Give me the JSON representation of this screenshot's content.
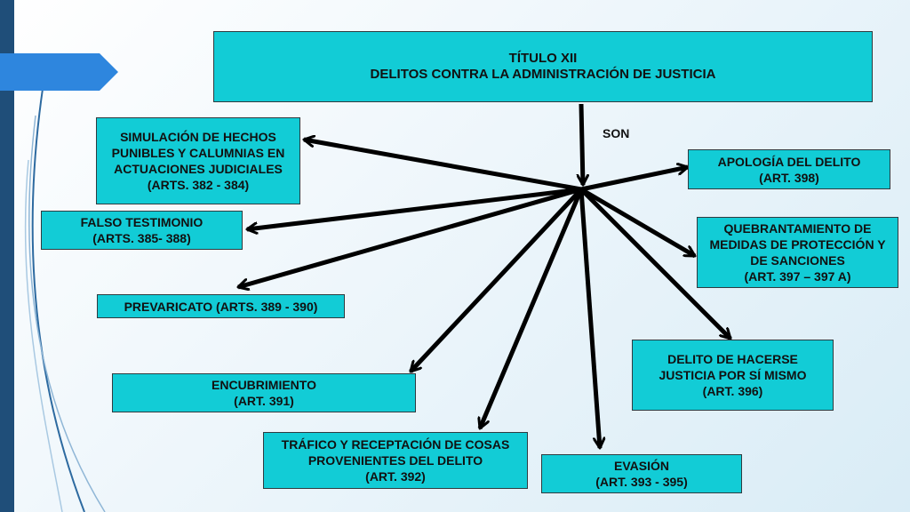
{
  "title": {
    "line1": "TÍTULO XII",
    "line2": "DELITOS CONTRA LA ADMINISTRACIÓN DE JUSTICIA"
  },
  "connector_label": "SON",
  "nodes": {
    "simulacion": [
      "SIMULACIÓN DE HECHOS",
      "PUNIBLES Y CALUMNIAS EN",
      "ACTUACIONES JUDICIALES",
      "(ARTS. 382 - 384)"
    ],
    "falso": [
      "FALSO TESTIMONIO",
      "(ARTS. 385- 388)"
    ],
    "prevaricato": [
      "PREVARICATO (ARTS. 389 - 390)"
    ],
    "encubrimiento": [
      "ENCUBRIMIENTO",
      "(ART. 391)"
    ],
    "trafico": [
      "TRÁFICO Y RECEPTACIÓN DE COSAS",
      "PROVENIENTES DEL DELITO",
      "(ART. 392)"
    ],
    "evasion": [
      "EVASIÓN",
      "(ART. 393 - 395)"
    ],
    "hacerse": [
      "DELITO DE HACERSE",
      "JUSTICIA POR SÍ MISMO",
      "(ART. 396)"
    ],
    "quebrantamiento": [
      "QUEBRANTAMIENTO DE",
      "MEDIDAS DE PROTECCIÓN Y",
      "DE SANCIONES",
      "(ART. 397 – 397 A)"
    ],
    "apologia": [
      "APOLOGÍA DEL DELITO",
      "(ART. 398)"
    ]
  },
  "colors": {
    "box_fill": "#12ccd6",
    "slide_accent": "#1f4e79",
    "arrow": "#000000"
  }
}
